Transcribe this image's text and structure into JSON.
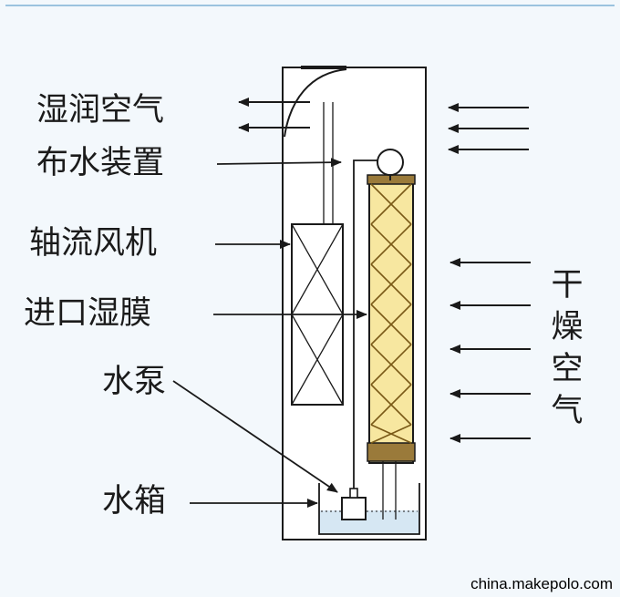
{
  "labels": {
    "humid_air": "湿润空气",
    "water_distributor": "布水装置",
    "axial_fan": "轴流风机",
    "inlet_wet_membrane": "进口湿膜",
    "water_pump": "水泵",
    "water_tank": "水箱"
  },
  "dry_air": [
    "干",
    "燥",
    "空",
    "气"
  ],
  "watermark": "china.makepolo.com",
  "colors": {
    "line": "#1a1a1a",
    "pad_fill": "#f7e7a0",
    "pad_grid": "#7a5a18",
    "water": "#d6e7f3",
    "top_rule": "#9bc3df"
  }
}
